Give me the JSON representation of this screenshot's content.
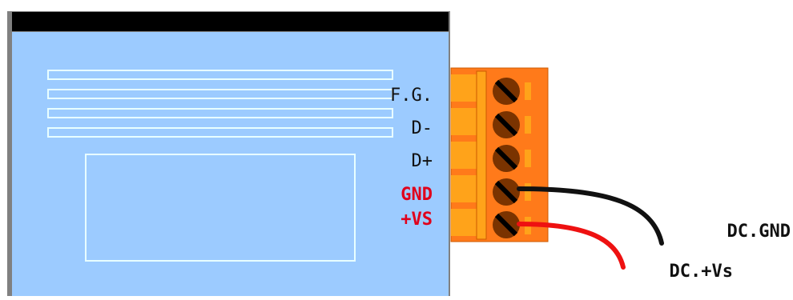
{
  "module": {
    "pin_labels": [
      {
        "id": "fg",
        "text": "F.G.",
        "color": "#111111",
        "bold": false
      },
      {
        "id": "dm",
        "text": "D-",
        "color": "#111111",
        "bold": false
      },
      {
        "id": "dp",
        "text": "D+",
        "color": "#111111",
        "bold": false
      },
      {
        "id": "gnd",
        "text": "GND",
        "color": "#e0001b",
        "bold": true
      },
      {
        "id": "vs",
        "text": "+VS",
        "color": "#e0001b",
        "bold": true
      }
    ],
    "body_color": "#9ccbff",
    "terminal_color": "#ff7a1a",
    "terminal_block_color": "#ffa31a",
    "screw_color": "#7a3300"
  },
  "wires": {
    "gnd": {
      "label": "DC.GND",
      "color": "#111111"
    },
    "vs": {
      "label": "DC.+Vs",
      "color": "#ee1111"
    }
  }
}
